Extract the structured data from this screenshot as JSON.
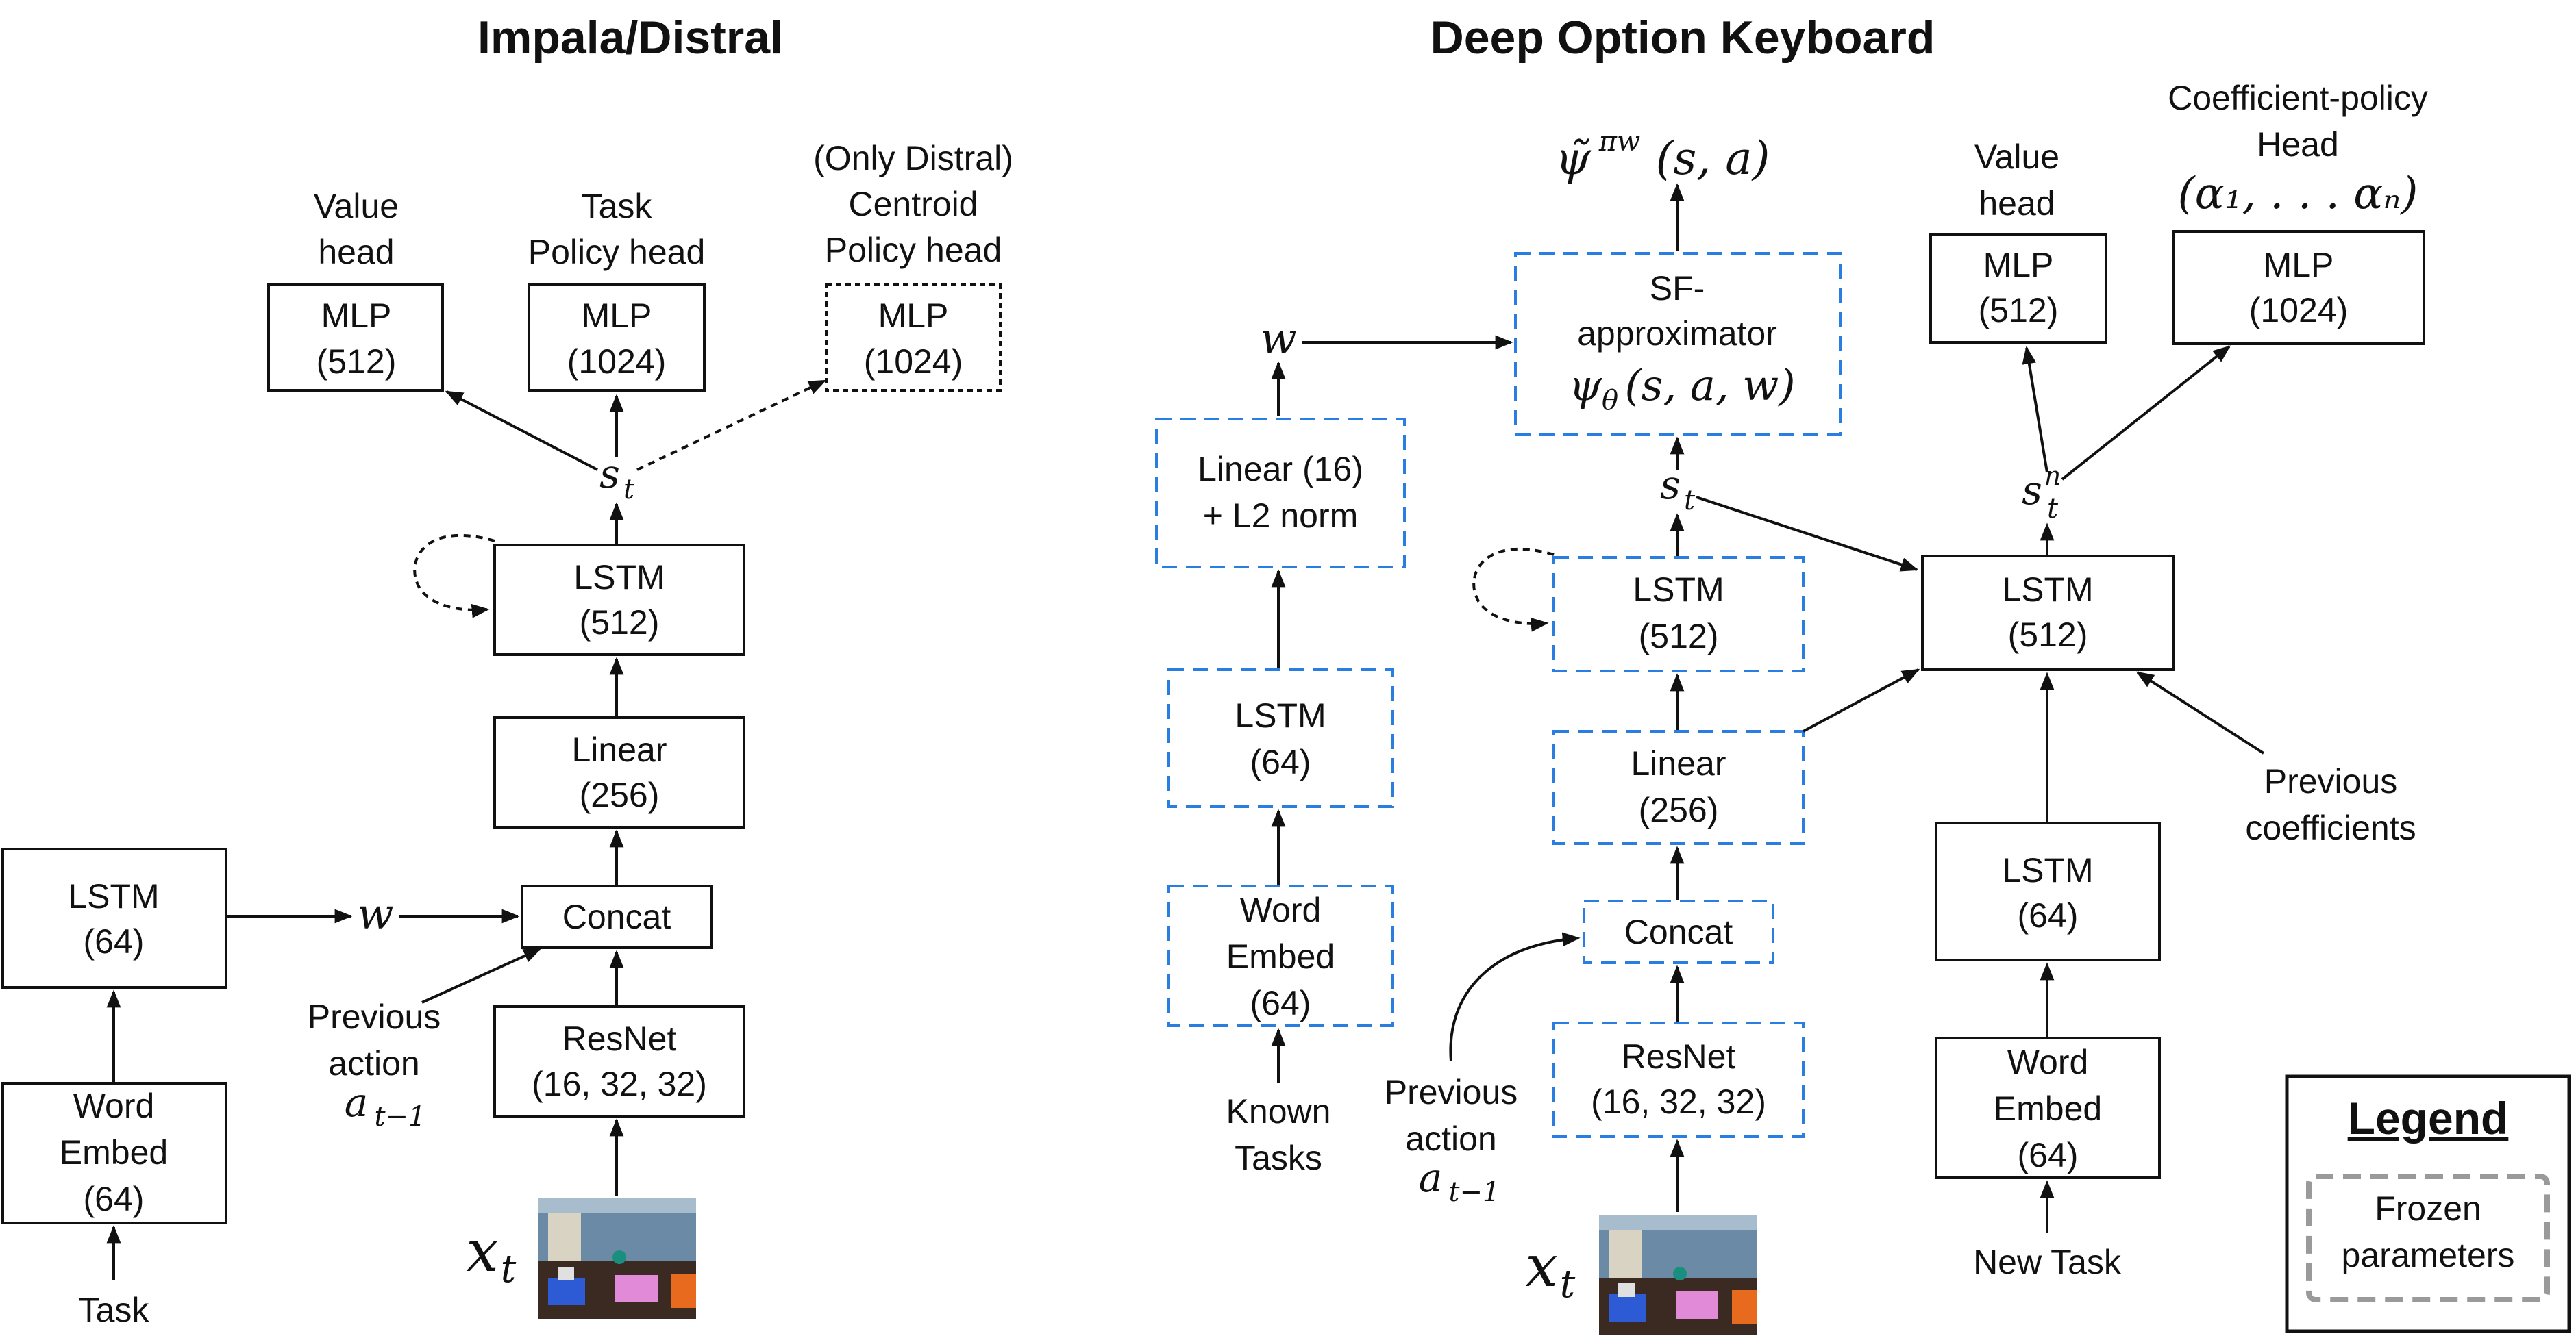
{
  "titles": {
    "left": "Impala/Distral",
    "right": "Deep Option Keyboard"
  },
  "left": {
    "value_head": [
      "Value",
      "head"
    ],
    "value_mlp": [
      "MLP",
      "(512)"
    ],
    "task_head": [
      "Task",
      "Policy head"
    ],
    "task_mlp": [
      "MLP",
      "(1024)"
    ],
    "centroid_head": [
      "(Only Distral)",
      "Centroid",
      "Policy head"
    ],
    "centroid_mlp": [
      "MLP",
      "(1024)"
    ],
    "state": "s",
    "state_sub": "t",
    "lstm_main": [
      "LSTM",
      "(512)"
    ],
    "linear": [
      "Linear",
      "(256)"
    ],
    "concat": "Concat",
    "resnet": [
      "ResNet",
      "(16, 32, 32)"
    ],
    "lstm_task": [
      "LSTM",
      "(64)"
    ],
    "w": "w",
    "word_embed": [
      "Word",
      "Embed",
      "(64)"
    ],
    "task_label": "Task",
    "prev_action": [
      "Previous",
      "action"
    ],
    "a_var": "a",
    "a_sub": "t−1",
    "x_var": "x",
    "x_sub": "t"
  },
  "right": {
    "psi_output": "ψ̃",
    "psi_sup": "πw",
    "psi_args": "(s, a)",
    "sf_approx": [
      "SF-",
      "approximator"
    ],
    "sf_psi": "ψ",
    "sf_psi_sub": "θ",
    "sf_args": "(s, a, w)",
    "w": "w",
    "linear16": [
      "Linear (16)",
      "+ L2 norm"
    ],
    "lstm64_known": [
      "LSTM",
      "(64)"
    ],
    "word_embed_known": [
      "Word",
      "Embed",
      "(64)"
    ],
    "known_tasks": [
      "Known",
      "Tasks"
    ],
    "state": "s",
    "state_sub": "t",
    "lstm512_frozen": [
      "LSTM",
      "(512)"
    ],
    "linear256": [
      "Linear",
      "(256)"
    ],
    "concat": "Concat",
    "resnet": [
      "ResNet",
      "(16, 32, 32)"
    ],
    "prev_action": [
      "Previous",
      "action"
    ],
    "a_var": "a",
    "a_sub": "t−1",
    "x_var": "x",
    "x_sub": "t",
    "value_head": [
      "Value",
      "head"
    ],
    "value_mlp": [
      "MLP",
      "(512)"
    ],
    "coeff_head": [
      "Coefficient-policy",
      "Head"
    ],
    "coeff_vars": "(α₁, . . . αₙ)",
    "coeff_mlp": [
      "MLP",
      "(1024)"
    ],
    "state_n": "s",
    "state_n_sup": "n",
    "state_n_sub": "t",
    "lstm512": [
      "LSTM",
      "(512)"
    ],
    "prev_coeff": [
      "Previous",
      "coefficients"
    ],
    "lstm64_new": [
      "LSTM",
      "(64)"
    ],
    "word_embed_new": [
      "Word",
      "Embed",
      "(64)"
    ],
    "new_task": "New Task"
  },
  "legend": {
    "title": "Legend",
    "frozen": [
      "Frozen",
      "parameters"
    ]
  },
  "colors": {
    "frozen_border": "#2a7de1",
    "legend_dash": "#9a9a9a"
  }
}
